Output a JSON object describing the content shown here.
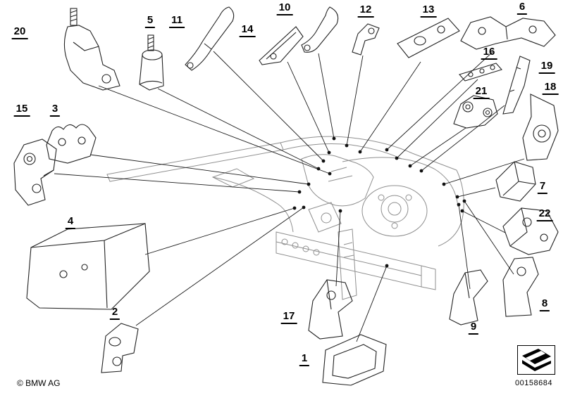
{
  "copyright": "© BMW AG",
  "image_number": "00158684",
  "icons": {
    "thumbnail": "sheet-metal-part-icon"
  },
  "callouts": [
    {
      "number": "1"
    },
    {
      "number": "2"
    },
    {
      "number": "3"
    },
    {
      "number": "4"
    },
    {
      "number": "5"
    },
    {
      "number": "6"
    },
    {
      "number": "7"
    },
    {
      "number": "8"
    },
    {
      "number": "9"
    },
    {
      "number": "10"
    },
    {
      "number": "11"
    },
    {
      "number": "12"
    },
    {
      "number": "13"
    },
    {
      "number": "14"
    },
    {
      "number": "15"
    },
    {
      "number": "16"
    },
    {
      "number": "17"
    },
    {
      "number": "18"
    },
    {
      "number": "19"
    },
    {
      "number": "20"
    },
    {
      "number": "21"
    },
    {
      "number": "22"
    }
  ]
}
